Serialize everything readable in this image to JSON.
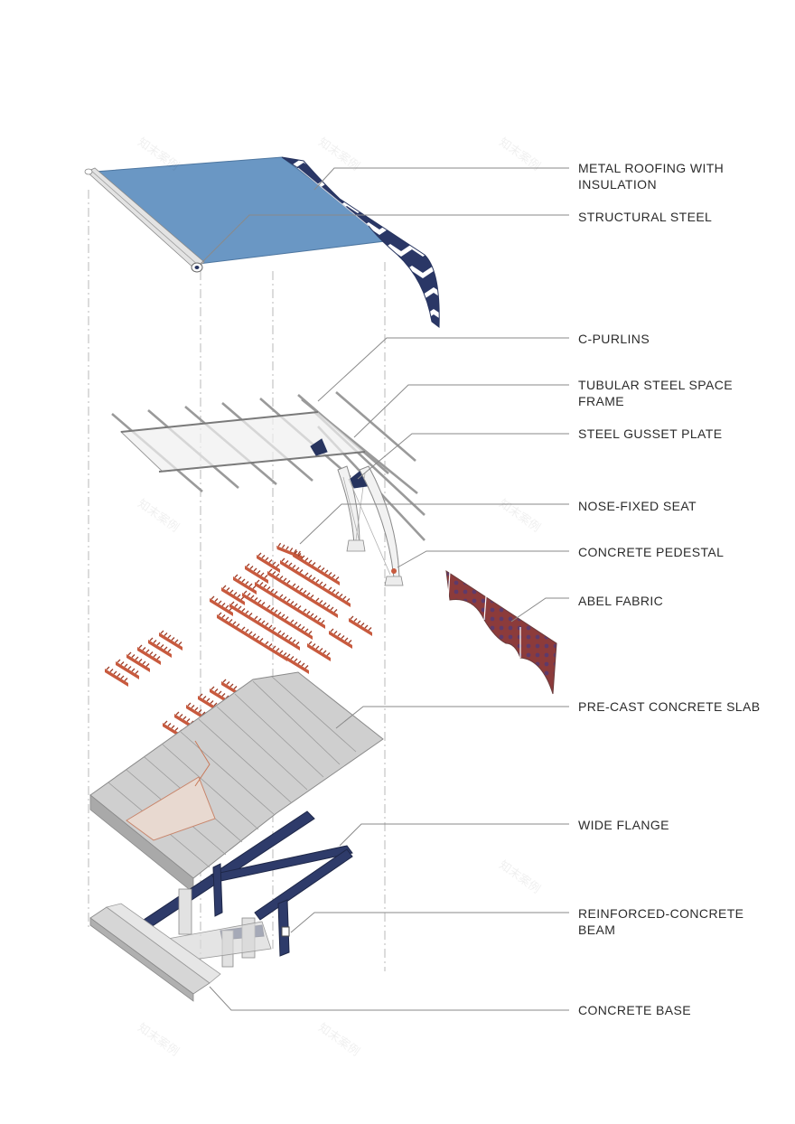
{
  "labels": [
    {
      "id": "metal-roofing",
      "lines": [
        "METAL ROOFING WITH",
        "INSULATION"
      ]
    },
    {
      "id": "structural-steel",
      "lines": [
        "STRUCTURAL STEEL"
      ]
    },
    {
      "id": "c-purlins",
      "lines": [
        "C-PURLINS"
      ]
    },
    {
      "id": "tubular-steel-space-frame",
      "lines": [
        "TUBULAR STEEL SPACE",
        "FRAME"
      ]
    },
    {
      "id": "steel-gusset-plate",
      "lines": [
        "STEEL GUSSET PLATE"
      ]
    },
    {
      "id": "nose-fixed-seat",
      "lines": [
        "NOSE-FIXED SEAT"
      ]
    },
    {
      "id": "concrete-pedestal",
      "lines": [
        "CONCRETE PEDESTAL"
      ]
    },
    {
      "id": "abel-fabric",
      "lines": [
        "ABEL FABRIC"
      ]
    },
    {
      "id": "pre-cast-concrete-slab",
      "lines": [
        "PRE-CAST CONCRETE SLAB"
      ]
    },
    {
      "id": "wide-flange",
      "lines": [
        "WIDE FLANGE"
      ]
    },
    {
      "id": "reinforced-concrete-beam",
      "lines": [
        "REINFORCED-CONCRETE",
        "BEAM"
      ]
    },
    {
      "id": "concrete-base",
      "lines": [
        "CONCRETE BASE"
      ]
    }
  ],
  "watermark": "知末案例",
  "colors": {
    "roof": "#6a97c4",
    "navy": "#27345f",
    "seat": "#c85a3e",
    "concrete": "#c9c9c9",
    "leader": "#8a8a8a",
    "text": "#2b2b2b"
  }
}
